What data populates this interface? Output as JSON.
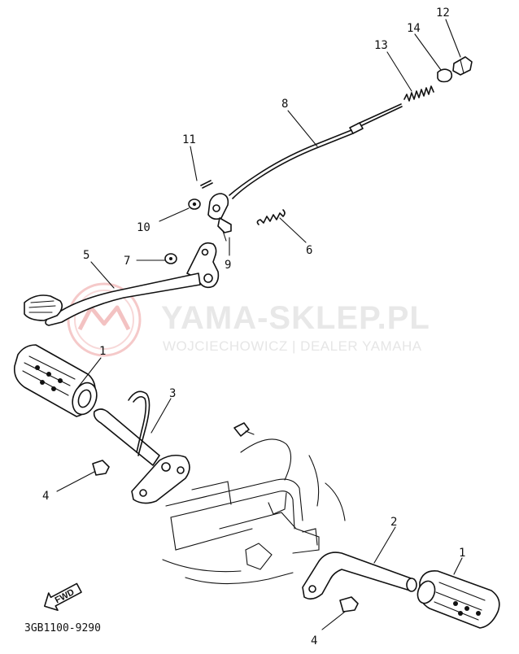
{
  "diagram": {
    "callouts": [
      {
        "id": "c12",
        "label": "12"
      },
      {
        "id": "c14",
        "label": "14"
      },
      {
        "id": "c13",
        "label": "13"
      },
      {
        "id": "c8",
        "label": "8"
      },
      {
        "id": "c11",
        "label": "11"
      },
      {
        "id": "c10",
        "label": "10"
      },
      {
        "id": "c9",
        "label": "9"
      },
      {
        "id": "c6",
        "label": "6"
      },
      {
        "id": "c5",
        "label": "5"
      },
      {
        "id": "c7",
        "label": "7"
      },
      {
        "id": "c1a",
        "label": "1"
      },
      {
        "id": "c3",
        "label": "3"
      },
      {
        "id": "c4a",
        "label": "4"
      },
      {
        "id": "c2",
        "label": "2"
      },
      {
        "id": "c1b",
        "label": "1"
      },
      {
        "id": "c4b",
        "label": "4"
      }
    ],
    "direction_label": "FWD",
    "drawing_code": "3GB1100-9290"
  },
  "watermark": {
    "title": "YAMA-SKLEP.PL",
    "subtitle": "WOJCIECHOWICZ | DEALER YAMAHA",
    "color": "#e8e8e8",
    "logo_color": "#f6c9c9"
  }
}
